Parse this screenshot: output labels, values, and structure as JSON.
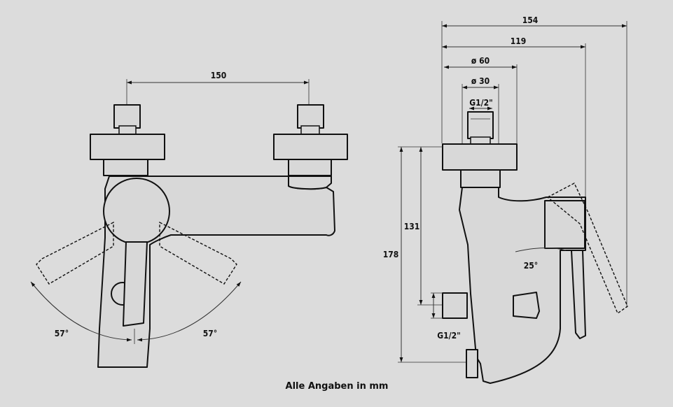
{
  "front_view": {
    "dim_spacing": "150",
    "angle_left": "57°",
    "angle_right": "57°"
  },
  "side_view": {
    "dim_154": "154",
    "dim_119": "119",
    "dim_d60": "ø 60",
    "dim_d30": "ø 30",
    "dim_thread_top": "G1/2\"",
    "dim_131": "131",
    "dim_178": "178",
    "angle_25": "25°",
    "dim_thread_bottom": "G1/2\""
  },
  "caption": "Alle Angaben in mm"
}
